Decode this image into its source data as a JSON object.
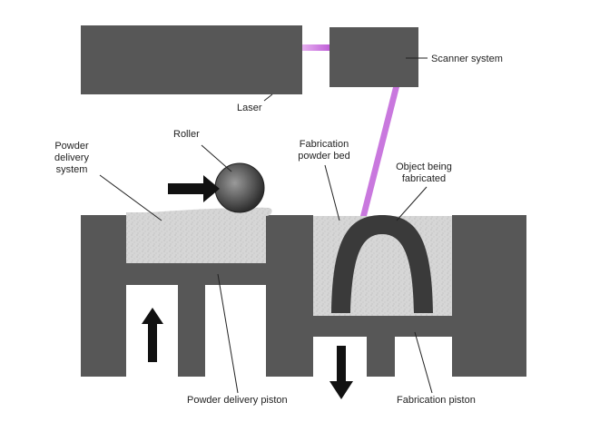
{
  "labels": {
    "laser": "Laser",
    "scanner": "Scanner system",
    "roller": "Roller",
    "powder_delivery_1": "Powder",
    "powder_delivery_2": "delivery",
    "powder_delivery_3": "system",
    "fabrication_bed_1": "Fabrication",
    "fabrication_bed_2": "powder bed",
    "object_1": "Object being",
    "object_2": "fabricated",
    "delivery_piston": "Powder delivery piston",
    "fabrication_piston": "Fabrication piston"
  },
  "colors": {
    "machine": "#575757",
    "powder": "#d6d6d6",
    "laser_beam": "#c060d8",
    "object": "#3a3a3a",
    "arrow": "#111111",
    "leader": "#222222"
  },
  "icons": {
    "roller_push": "arrow-right-icon",
    "delivery_up": "arrow-up-icon",
    "fabrication_down": "arrow-down-icon"
  }
}
